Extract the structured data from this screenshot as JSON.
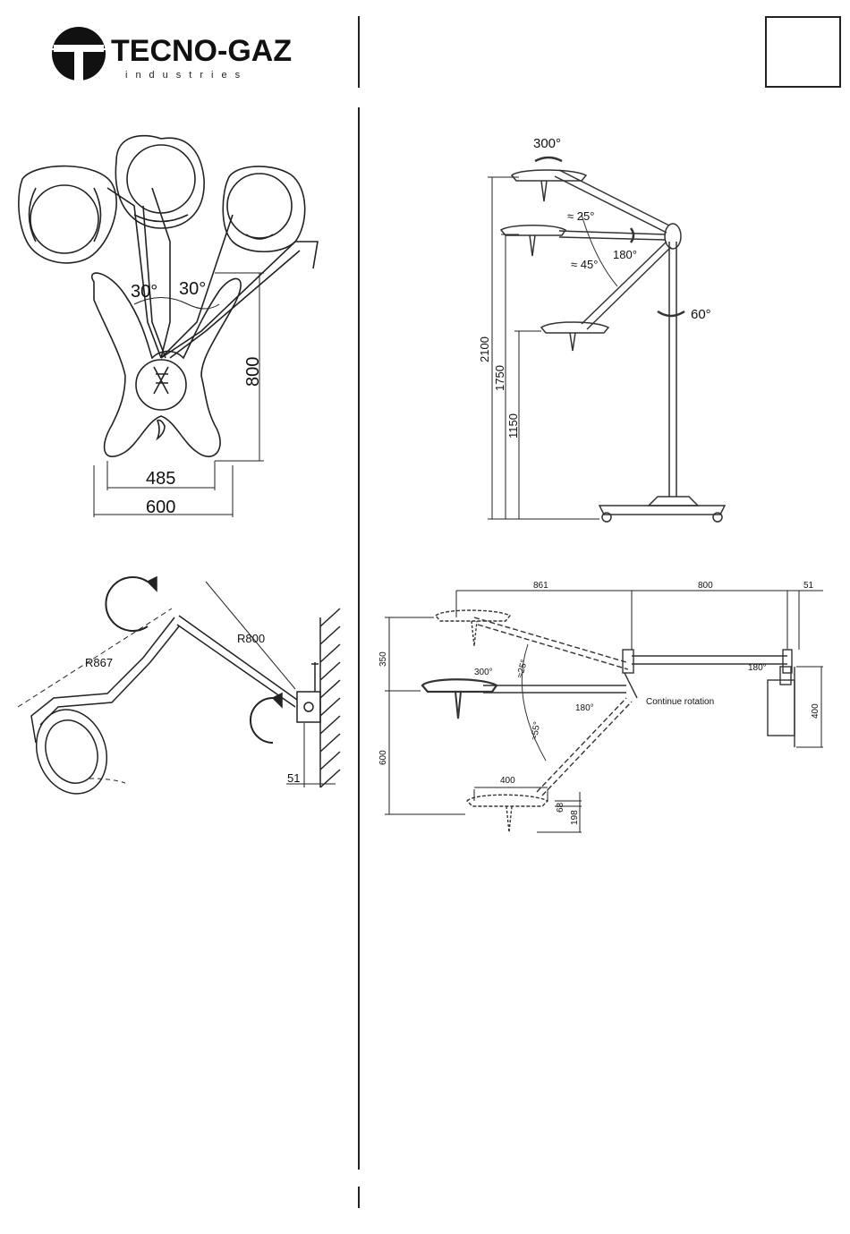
{
  "header": {
    "brand_name": "TECNO-GAZ",
    "brand_tagline": "industries"
  },
  "top_left_diagram": {
    "angle_left": "30°",
    "angle_right": "30°",
    "height": "800",
    "inner_width": "485",
    "outer_width": "600"
  },
  "top_right_diagram": {
    "head_rotation": "300°",
    "tilt_up": "≈ 25°",
    "tilt_down": "≈ 45°",
    "joint_rotation": "180°",
    "pole_rotation": "60°",
    "height_max": "2100",
    "height_mid": "1750",
    "height_min": "1150"
  },
  "bottom_left_diagram": {
    "radius_outer": "R867",
    "radius_inner": "R800",
    "wall_offset": "51"
  },
  "bottom_right_diagram": {
    "arm_length_1": "861",
    "arm_length_2": "800",
    "wall_offset": "51",
    "vertical_up": "350",
    "vertical_down": "600",
    "head_rotation": "300°",
    "tilt_up": "≈25°",
    "tilt_down": "≈55°",
    "joint_rotation": "180°",
    "continue_rotation": "Continue rotation",
    "wall_rotation": "180°",
    "bracket_height": "400",
    "head_diameter": "400",
    "head_thickness": "68",
    "head_total": "198"
  }
}
